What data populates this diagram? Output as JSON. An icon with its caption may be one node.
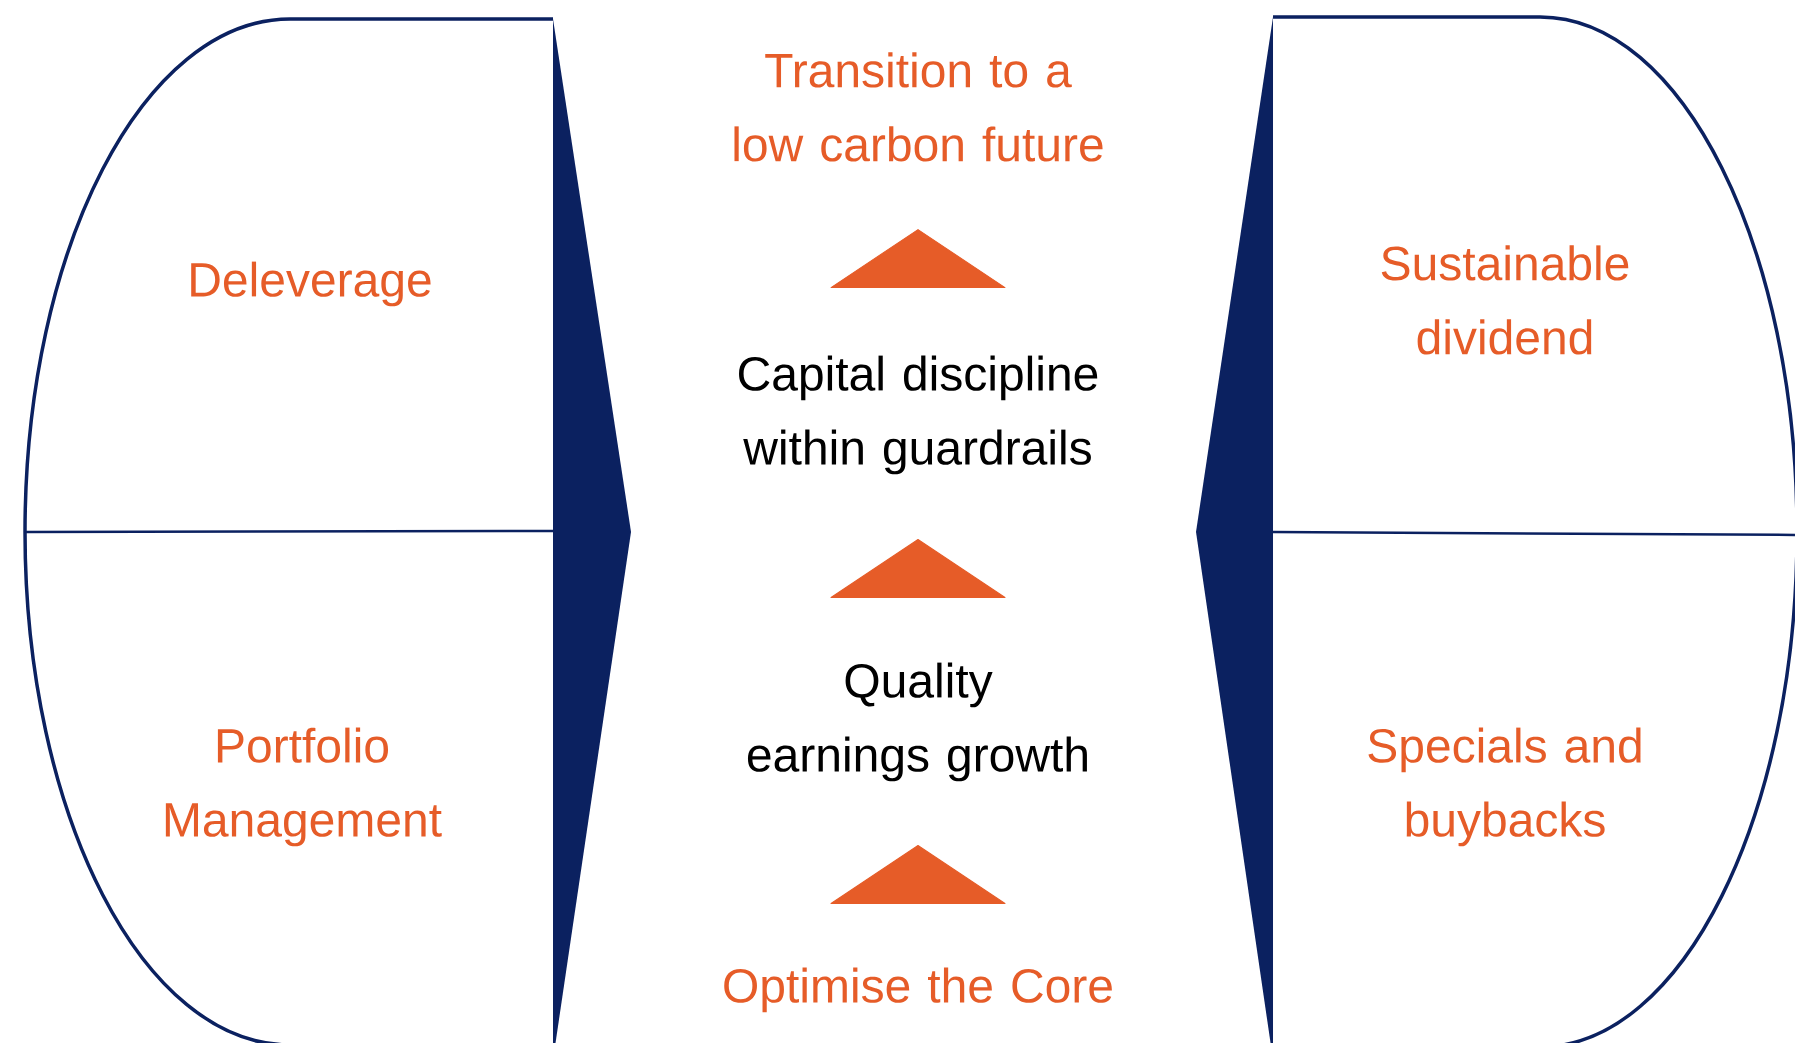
{
  "diagram": {
    "nodes": [
      {
        "text": [
          "Transition to a low carbon future"
        ]
      },
      {
        "text": [
          "Deleverage"
        ]
      },
      {
        "text": [
          "Sustainable dividend"
        ]
      },
      {
        "text": [
          "Capital discipline within guardrails"
        ]
      },
      {
        "text": [
          "Quality earnings growth"
        ]
      },
      {
        "text": [
          "Portfolio Management"
        ]
      },
      {
        "text": [
          "Specials and buybacks"
        ]
      },
      {
        "text": [
          "Optimise the Core"
        ]
      }
    ],
    "edges": [
      {
        "from": 7,
        "to": 4,
        "arrow": "to"
      },
      {
        "from": 4,
        "to": 3,
        "arrow": "to"
      },
      {
        "from": 3,
        "to": 0,
        "arrow": "to"
      }
    ]
  }
}
